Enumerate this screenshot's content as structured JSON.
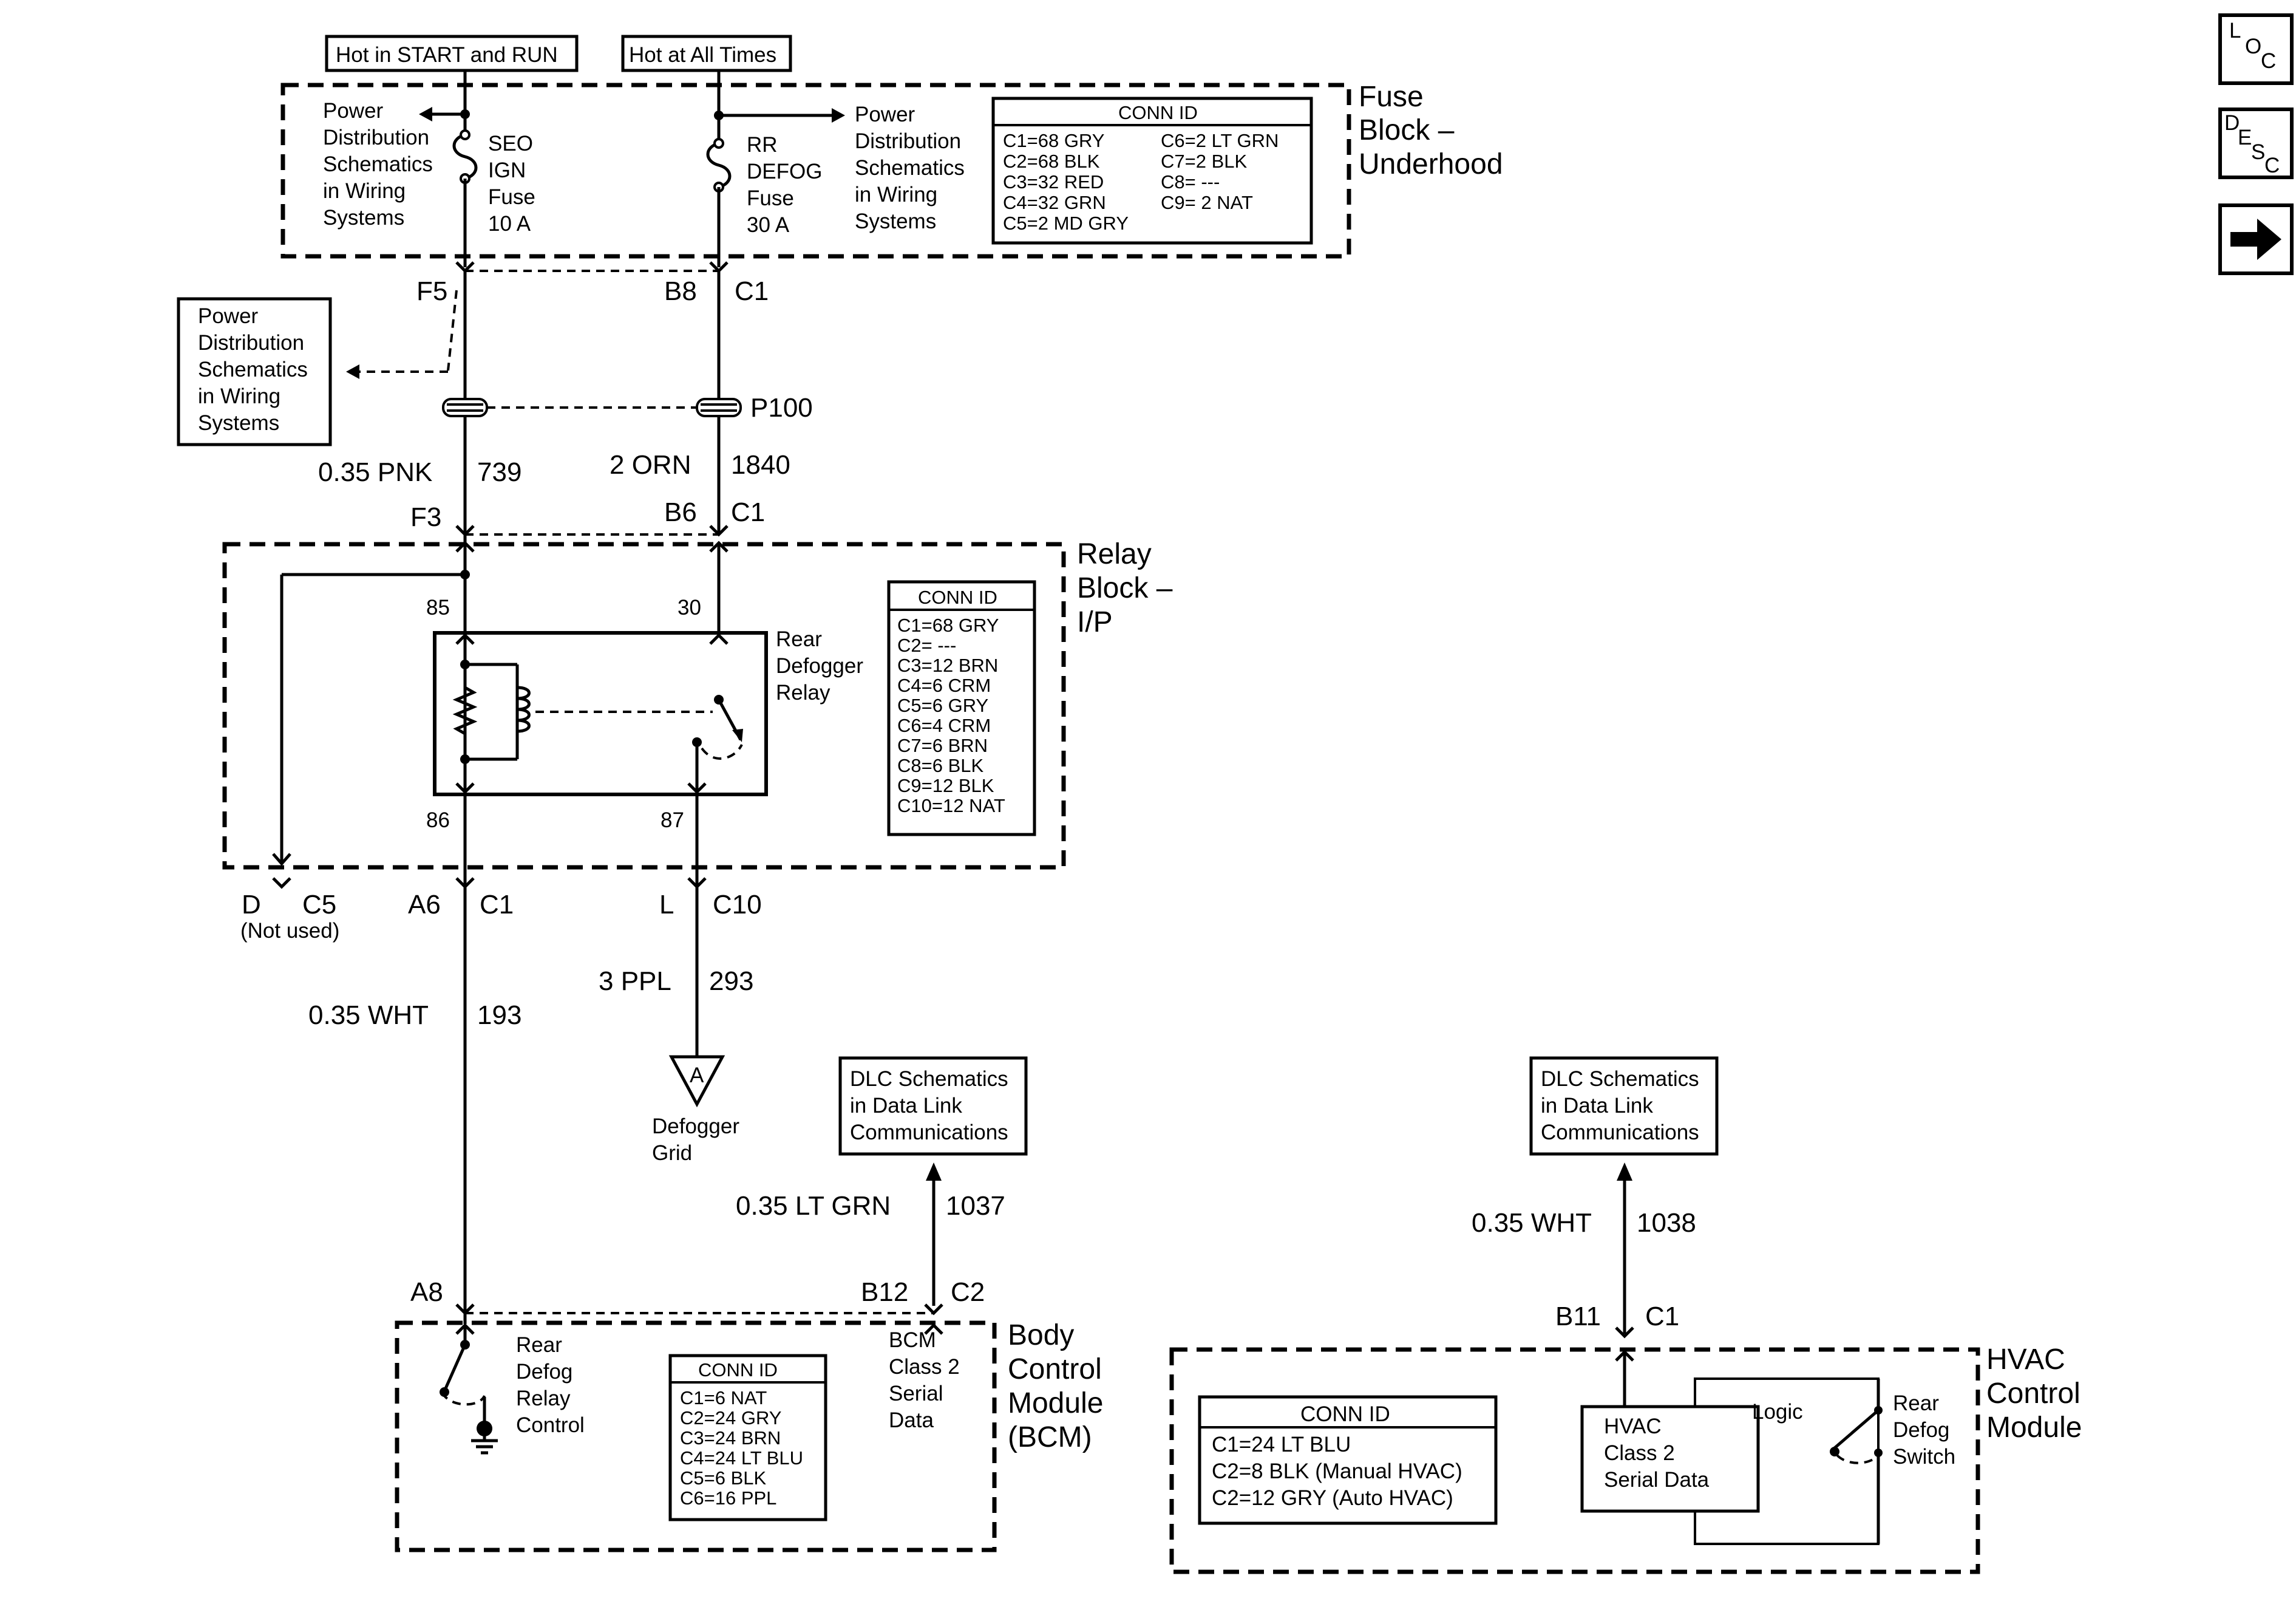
{
  "colors": {
    "ink": "#000000",
    "background": "#ffffff"
  },
  "nav": {
    "loc": {
      "l": "L",
      "o": "O",
      "c": "C"
    },
    "desc": {
      "d": "D",
      "e": "E",
      "s": "S",
      "c": "C"
    },
    "next_icon": "arrow-right-icon"
  },
  "top_labels": {
    "hot_start_run": "Hot in START and RUN",
    "hot_all_times": "Hot at All Times"
  },
  "fuse_block": {
    "title": [
      "Fuse",
      "Block –",
      "Underhood"
    ],
    "pds_left": [
      "Power",
      "Distribution",
      "Schematics",
      "in Wiring",
      "Systems"
    ],
    "fuse1": [
      "SEO",
      "IGN",
      "Fuse",
      "10 A"
    ],
    "fuse2": [
      "RR",
      "DEFOG",
      "Fuse",
      "30 A"
    ],
    "pds_right": [
      "Power",
      "Distribution",
      "Schematics",
      "in Wiring",
      "Systems"
    ],
    "conn_id": {
      "header": "CONN ID",
      "left": [
        "C1=68 GRY",
        "C2=68 BLK",
        "C3=32 RED",
        "C4=32 GRN",
        "C5=2 MD GRY"
      ],
      "right": [
        "C6=2 LT GRN",
        "C7=2 BLK",
        "C8= ---",
        "C9= 2 NAT"
      ]
    }
  },
  "pins": {
    "f5": "F5",
    "b8": "B8",
    "c1_top": "C1",
    "p100": "P100",
    "f3": "F3",
    "b6": "B6",
    "c1_mid": "C1",
    "d": "D",
    "c5": "C5",
    "not_used": "(Not used)",
    "a6": "A6",
    "c1_a6": "C1",
    "l": "L",
    "c10": "C10",
    "a8": "A8",
    "b12": "B12",
    "c2": "C2",
    "b11": "B11",
    "c1_hvac": "C1"
  },
  "pds_box": [
    "Power",
    "Distribution",
    "Schematics",
    "in Wiring",
    "Systems"
  ],
  "wires": {
    "w739": {
      "size_color": "0.35 PNK",
      "circuit": "739"
    },
    "w1840": {
      "size_color": "2 ORN",
      "circuit": "1840"
    },
    "w193": {
      "size_color": "0.35 WHT",
      "circuit": "193"
    },
    "w293": {
      "size_color": "3 PPL",
      "circuit": "293"
    },
    "w1037": {
      "size_color": "0.35 LT GRN",
      "circuit": "1037"
    },
    "w1038": {
      "size_color": "0.35 WHT",
      "circuit": "1038"
    }
  },
  "relay_block": {
    "title": [
      "Relay",
      "Block –",
      "I/P"
    ],
    "terminals": {
      "t85": "85",
      "t30": "30",
      "t86": "86",
      "t87": "87"
    },
    "relay_label": [
      "Rear",
      "Defogger",
      "Relay"
    ],
    "conn_id": {
      "header": "CONN ID",
      "rows": [
        "C1=68 GRY",
        "C2= ---",
        "C3=12 BRN",
        "C4=6 CRM",
        "C5=6 GRY",
        "C6=4 CRM",
        "C7=6 BRN",
        "C8=6 BLK",
        "C9=12 BLK",
        "C10=12 NAT"
      ]
    }
  },
  "defogger": {
    "symbol": "A",
    "label": [
      "Defogger",
      "Grid"
    ]
  },
  "dlc_left": [
    "DLC Schematics",
    "in Data Link",
    "Communications"
  ],
  "dlc_right": [
    "DLC Schematics",
    "in Data Link",
    "Communications"
  ],
  "bcm": {
    "title": [
      "Body",
      "Control",
      "Module",
      "(BCM)"
    ],
    "switch_label": [
      "Rear",
      "Defog",
      "Relay",
      "Control"
    ],
    "serial_label": [
      "BCM",
      "Class 2",
      "Serial",
      "Data"
    ],
    "conn_id": {
      "header": "CONN ID",
      "rows": [
        "C1=6 NAT",
        "C2=24 GRY",
        "C3=24 BRN",
        "C4=24 LT BLU",
        "C5=6 BLK",
        "C6=16 PPL"
      ]
    }
  },
  "hvac": {
    "title": [
      "HVAC",
      "Control",
      "Module"
    ],
    "conn_id": {
      "header": "CONN ID",
      "rows": [
        "C1=24 LT BLU",
        "C2=8 BLK (Manual HVAC)",
        "C2=12 GRY (Auto HVAC)"
      ]
    },
    "serial_box": [
      "HVAC",
      "Class 2",
      "Serial Data"
    ],
    "logic": "Logic",
    "switch_label": [
      "Rear",
      "Defog",
      "Switch"
    ]
  }
}
